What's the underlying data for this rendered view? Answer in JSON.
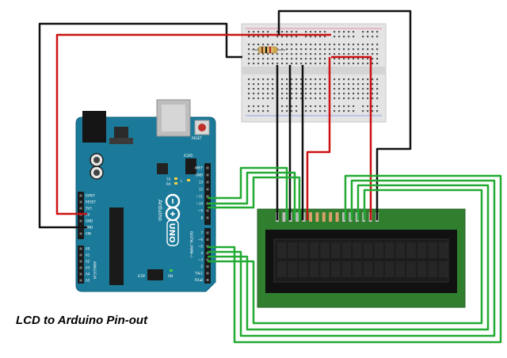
{
  "caption": "LCD to Arduino Pin-out",
  "arduino": {
    "logo_text": "Arduino",
    "model_text": "UNO",
    "reset_label": "RESET",
    "icsp_label": "ICSP",
    "icsp2_label": "ICSP2",
    "digital_label": "DIGITAL (PWM~)",
    "analog_label": "ANALOG IN",
    "power_pins": [
      "IOREF",
      "RESET",
      "3V3",
      "5V",
      "GND",
      "GND",
      "VIN"
    ],
    "analog_pins": [
      "A0",
      "A1",
      "A2",
      "A3",
      "A4",
      "A5"
    ],
    "top_header_pins": [
      "AREF",
      "GND",
      "13",
      "12",
      "~11",
      "~10",
      "~9",
      "8"
    ],
    "bottom_header_pins": [
      "7",
      "~6",
      "~5",
      "4",
      "~3",
      "2",
      "TX▸1",
      "RX◂0"
    ],
    "tx_label": "TX",
    "rx_label": "RX",
    "l_label": "L",
    "on_label": "ON"
  },
  "wire_colors": {
    "power": "#cc1111",
    "ground": "#111111",
    "data": "#22aa33"
  },
  "colors": {
    "board": "#1b7a9a",
    "lcd_pcb": "#2f7f2f",
    "lcd_bezel": "#111111",
    "lcd_screen": "#1c1c1c",
    "breadboard": "#e4e4e4"
  }
}
